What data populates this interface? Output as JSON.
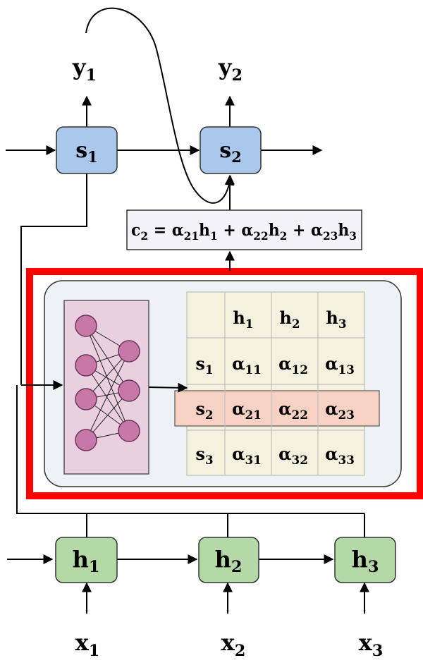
{
  "outputs": [
    {
      "base": "y",
      "sub": "1"
    },
    {
      "base": "y",
      "sub": "2"
    }
  ],
  "decoder_states": [
    {
      "base": "s",
      "sub": "1"
    },
    {
      "base": "s",
      "sub": "2"
    }
  ],
  "encoder_states": [
    {
      "base": "h",
      "sub": "1"
    },
    {
      "base": "h",
      "sub": "2"
    },
    {
      "base": "h",
      "sub": "3"
    }
  ],
  "inputs": [
    {
      "base": "x",
      "sub": "1"
    },
    {
      "base": "x",
      "sub": "2"
    },
    {
      "base": "x",
      "sub": "3"
    }
  ],
  "context": {
    "lhs": "c",
    "lhs_sub": "2",
    "eq": " = ",
    "t1": "α",
    "t1_sub": "21",
    "t1_h": "h",
    "t1_h_sub": "1",
    "plus1": " + ",
    "t2": "α",
    "t2_sub": "22",
    "t2_h": "h",
    "t2_h_sub": "2",
    "plus2": " + ",
    "t3": "α",
    "t3_sub": "23",
    "t3_h": "h",
    "t3_h_sub": "3"
  },
  "attention_matrix": {
    "col_headers": [
      {
        "base": "h",
        "sub": "1"
      },
      {
        "base": "h",
        "sub": "2"
      },
      {
        "base": "h",
        "sub": "3"
      }
    ],
    "row_headers": [
      {
        "base": "s",
        "sub": "1"
      },
      {
        "base": "s",
        "sub": "2"
      },
      {
        "base": "s",
        "sub": "3"
      }
    ],
    "cells": [
      [
        {
          "base": "α",
          "sub": "11"
        },
        {
          "base": "α",
          "sub": "12"
        },
        {
          "base": "α",
          "sub": "13"
        }
      ],
      [
        {
          "base": "α",
          "sub": "21"
        },
        {
          "base": "α",
          "sub": "22"
        },
        {
          "base": "α",
          "sub": "23"
        }
      ],
      [
        {
          "base": "α",
          "sub": "31"
        },
        {
          "base": "α",
          "sub": "32"
        },
        {
          "base": "α",
          "sub": "33"
        }
      ]
    ],
    "highlight_row": 1
  },
  "colors": {
    "decoder_fill": "#a9c8ec",
    "encoder_fill": "#b5d9a6",
    "highlight_border": "#ff0000",
    "attention_panel": "#eef1f5",
    "network_panel": "#e9cfe0",
    "neuron": "#c678a8",
    "matrix_cell": "#f5f1df",
    "highlight_row_fill": "#f7d2c4"
  }
}
